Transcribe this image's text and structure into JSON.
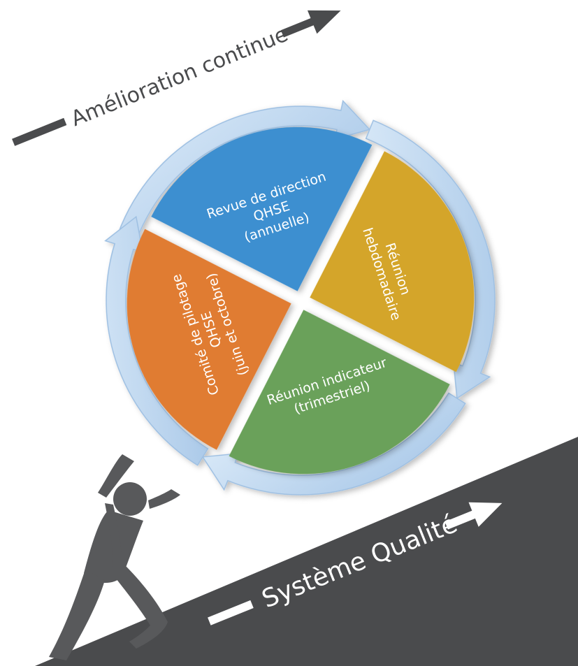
{
  "top_slogan": "Amélioration continue",
  "bottom_slogan": "Système Qualité",
  "segments": [
    {
      "id": "revue",
      "lines": [
        "Revue de direction",
        "QHSE",
        "(annuelle)"
      ],
      "color": "#3d8fd0"
    },
    {
      "id": "hebdo",
      "lines": [
        "Réunion",
        "hebdomadaire"
      ],
      "color": "#d4a52a"
    },
    {
      "id": "indicateur",
      "lines": [
        "Réunion indicateur",
        "(trimestriel)"
      ],
      "color": "#6aa15a"
    },
    {
      "id": "comite",
      "lines": [
        "Comité de pilotage",
        "QHSE",
        "(juin et octobre)"
      ],
      "color": "#e07b30"
    }
  ],
  "colors": {
    "arrow_ring": "#bcd6ef",
    "slope": "#4a4b4d",
    "figure": "#58595b",
    "slogan_dark": "#4a4b4d",
    "slogan_light": "#ffffff"
  }
}
